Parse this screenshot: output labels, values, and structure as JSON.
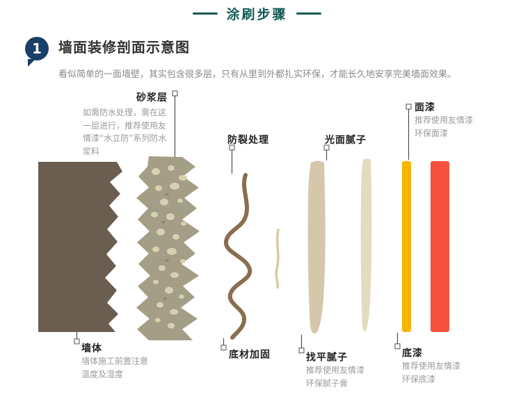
{
  "page": {
    "title": "涂刷步骤"
  },
  "section": {
    "step_number": "1",
    "heading": "墙面装修剖面示意图",
    "description": "看似简单的一面墙壁，其实包含很多层，只有从里到外都扎实环保，才能长久地安享完美墙面效果。"
  },
  "labels": {
    "mortar": {
      "title": "砂浆层",
      "note": "如需防水处理，需在这一层进行，推荐使用友情漆“水立防”系列防水浆料"
    },
    "anticrack": {
      "title": "防裂处理"
    },
    "smooth_putty": {
      "title": "光面腻子"
    },
    "topcoat": {
      "title": "面漆",
      "note": "推荐使用友情漆\n环保面漆"
    },
    "wall": {
      "title": "墙体",
      "note": "墙体施工前置注意\n温度及湿度"
    },
    "reinforce": {
      "title": "底材加固"
    },
    "level_putty": {
      "title": "找平腻子",
      "note": "推荐使用友情漆\n环保腻子膏"
    },
    "primer": {
      "title": "底漆",
      "note": "推荐使用友情漆\n环保底漆"
    }
  },
  "colors": {
    "accent_teal": "#115955",
    "step_navy": "#1b3f66",
    "wall": "#6b5e51",
    "mortar": "#a49e86",
    "mortar_speckle": "#d9d0b2",
    "anticrack": "#8a6e4e",
    "reinforce": "#d8c7a4",
    "putty_left": "#d5c7aa",
    "putty_right": "#e4dabf",
    "primer": "#f6b500",
    "topcoat": "#f4523d"
  }
}
